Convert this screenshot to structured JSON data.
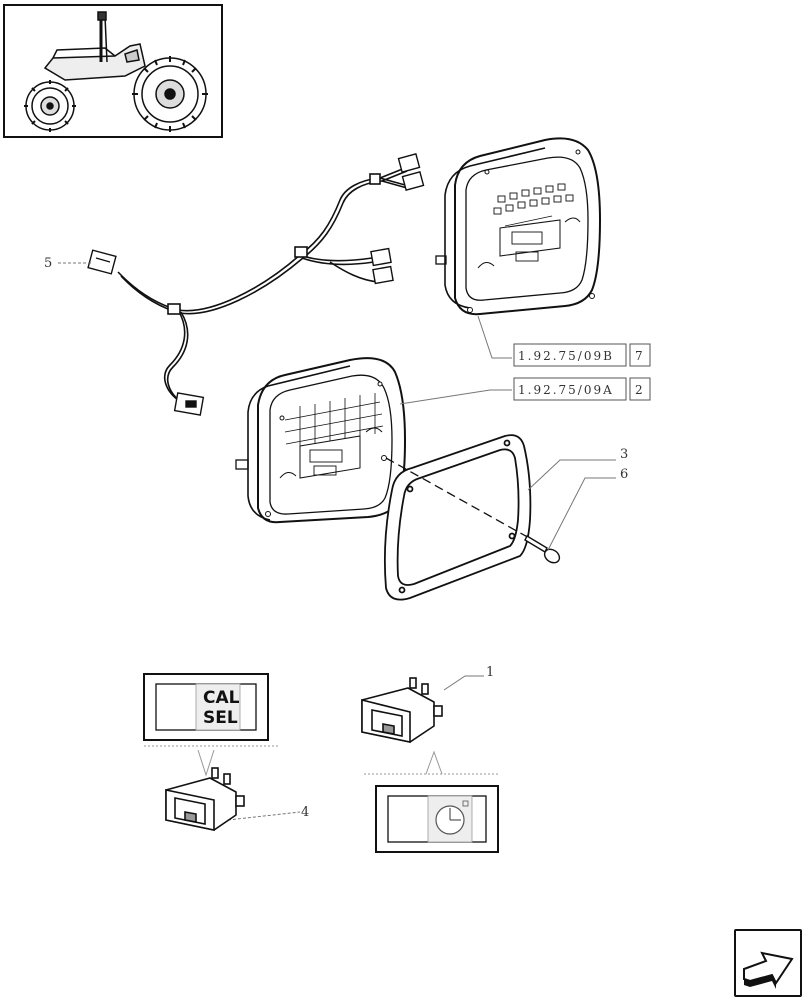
{
  "diagram": {
    "callouts": {
      "item_1": "1",
      "item_3": "3",
      "item_4": "4",
      "item_5": "5",
      "item_6": "6"
    },
    "references": [
      {
        "code": "1.92.75/09B",
        "qty": "7"
      },
      {
        "code": "1.92.75/09A",
        "qty": "2"
      }
    ],
    "switch_label": {
      "line1": "CAL",
      "line2": "SEL"
    },
    "icons": {
      "thumbnail": "tractor-icon",
      "nav": "next-page-arrow-icon",
      "dashboard": "instrument-cluster-icon",
      "harness": "wiring-harness-icon",
      "switch": "rocker-switch-icon",
      "clock": "clock-icon"
    }
  }
}
